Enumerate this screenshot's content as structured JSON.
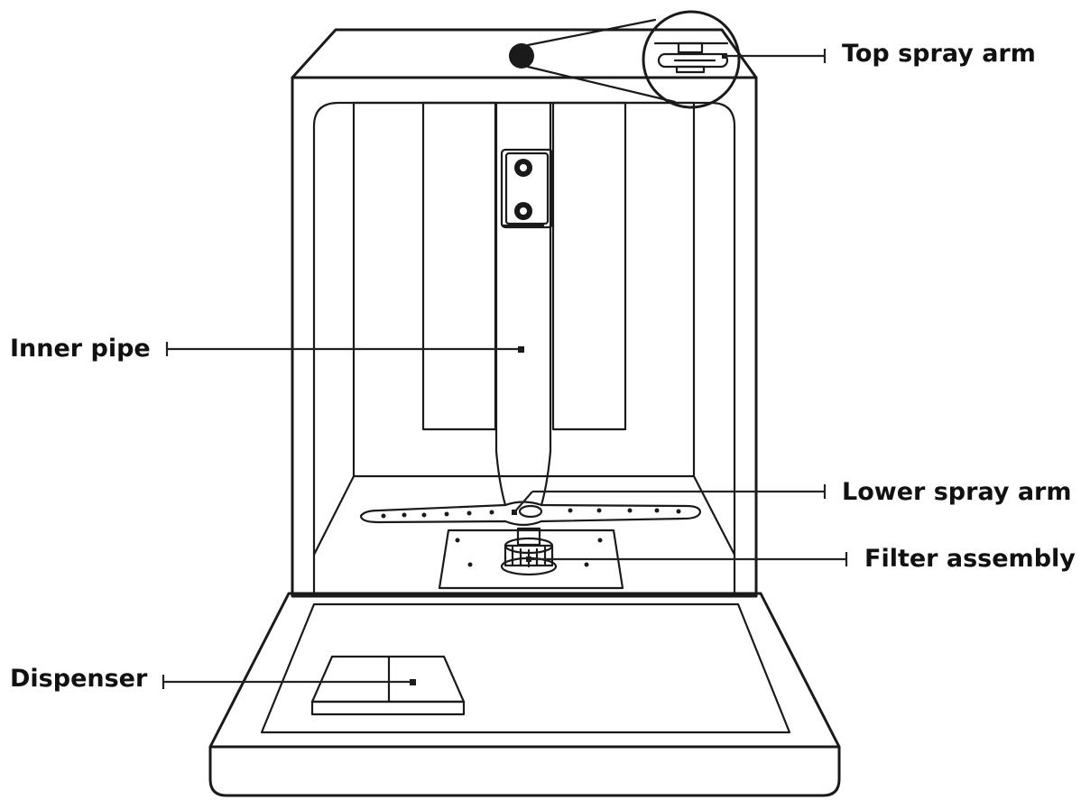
{
  "labels": {
    "top_spray_arm": "Top spray arm",
    "inner_pipe": "Inner pipe",
    "lower_spray_arm": "Lower spray arm",
    "filter_assembly": "Filter assembly",
    "dispenser": "Dispenser"
  },
  "colors": {
    "outline": "#1a1a1a",
    "background": "#ffffff"
  }
}
